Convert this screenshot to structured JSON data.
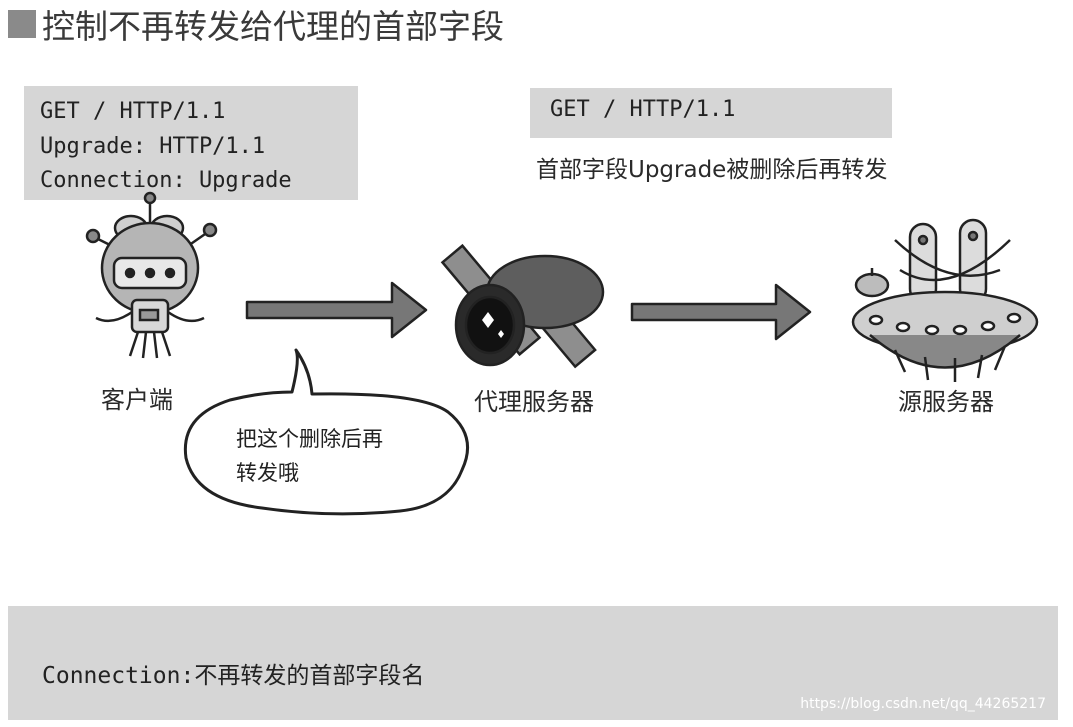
{
  "title": "控制不再转发给代理的首部字段",
  "client_request": {
    "lines": [
      "GET / HTTP/1.1",
      "Upgrade: HTTP/1.1",
      "Connection: Upgrade"
    ]
  },
  "forwarded_request": {
    "line": "GET / HTTP/1.1",
    "caption": "首部字段Upgrade被删除后再转发"
  },
  "nodes": {
    "client": "客户端",
    "proxy": "代理服务器",
    "origin": "源服务器"
  },
  "speech_bubble": {
    "line1": "把这个删除后再",
    "line2": "转发哦"
  },
  "footer": {
    "header_name": "Connection:",
    "description": "不再转发的首部字段名"
  },
  "watermark": "https://blog.csdn.net/qq_44265217",
  "colors": {
    "box_bg": "#d6d6d6",
    "arrow": "#777777"
  }
}
